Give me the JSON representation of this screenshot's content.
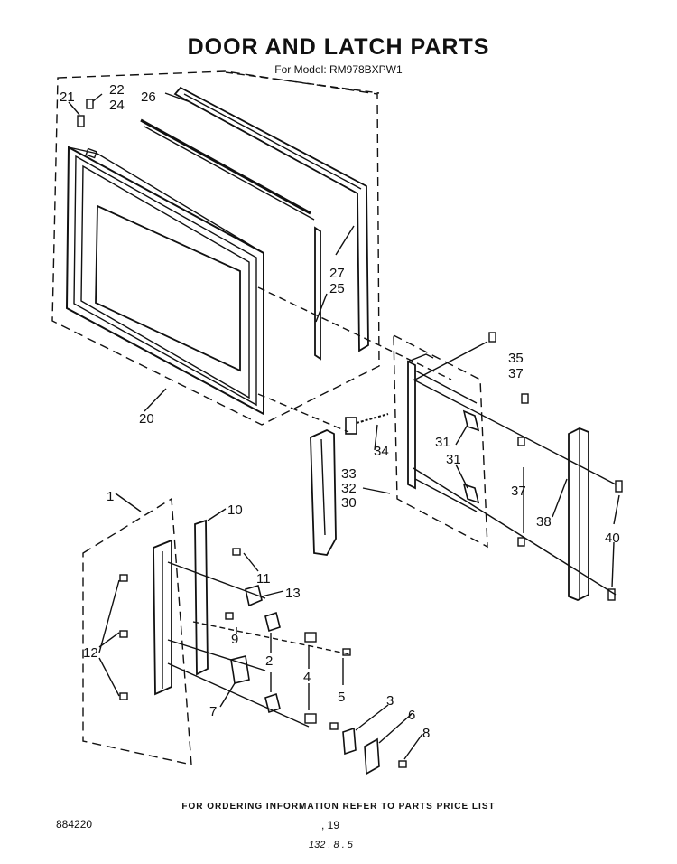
{
  "header": {
    "title": "DOOR AND LATCH PARTS",
    "subtitle": "For Model: RM978BXPW1"
  },
  "callouts": {
    "c1": "1",
    "c2": "2",
    "c3": "3",
    "c4": "4",
    "c5": "5",
    "c6": "6",
    "c7": "7",
    "c8": "8",
    "c9": "9",
    "c10": "10",
    "c11": "11",
    "c12": "12",
    "c13": "13",
    "c20": "20",
    "c21": "21",
    "c22": "22",
    "c24": "24",
    "c25": "25",
    "c26": "26",
    "c27": "27",
    "c30": "30",
    "c31": "31",
    "c31b": "31",
    "c32": "32",
    "c33": "33",
    "c34": "34",
    "c35": "35",
    "c37": "37",
    "c37b": "37",
    "c38": "38",
    "c40": "40"
  },
  "footer": {
    "note": "FOR ORDERING INFORMATION REFER TO PARTS PRICE LIST",
    "doc_number": "884220",
    "page_number": ", 19",
    "handwritten": "132 . 8 . 5"
  },
  "colors": {
    "line": "#111111",
    "background": "#ffffff"
  }
}
